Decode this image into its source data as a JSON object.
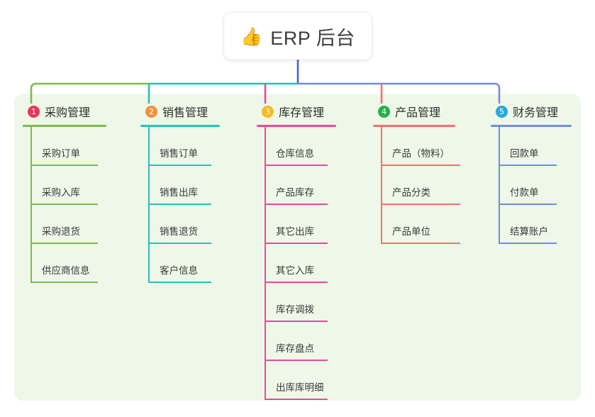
{
  "diagram": {
    "type": "mindmap-tree",
    "root": {
      "icon": "thumbs-up-icon",
      "emoji": "👍",
      "title": "ERP 后台"
    },
    "panel_color": "#eef7e8",
    "trunk_color": "#4a62c8",
    "branches": [
      {
        "number": "1",
        "badge_color": "#e8385a",
        "color": "#7cbb4f",
        "title": "采购管理",
        "rule_width": 118,
        "leaf_rule_width": 95,
        "items": [
          {
            "label": "采购订单"
          },
          {
            "label": "采购入库"
          },
          {
            "label": "采购退货"
          },
          {
            "label": "供应商信息"
          }
        ]
      },
      {
        "number": "2",
        "badge_color": "#f5903a",
        "color": "#28c2b4",
        "title": "销售管理",
        "rule_width": 112,
        "leaf_rule_width": 89,
        "items": [
          {
            "label": "销售订单"
          },
          {
            "label": "销售出库"
          },
          {
            "label": "销售退货"
          },
          {
            "label": "客户信息"
          }
        ]
      },
      {
        "number": "3",
        "badge_color": "#f5bb20",
        "color": "#e74a9b",
        "title": "库存管理",
        "rule_width": 112,
        "leaf_rule_width": 89,
        "items": [
          {
            "label": "仓库信息"
          },
          {
            "label": "产品库存"
          },
          {
            "label": "其它出库"
          },
          {
            "label": "其它入库"
          },
          {
            "label": "库存调拨"
          },
          {
            "label": "库存盘点"
          },
          {
            "label": "出库库明细"
          }
        ]
      },
      {
        "number": "4",
        "badge_color": "#23b24b",
        "color": "#f4716b",
        "title": "产品管理",
        "rule_width": 116,
        "leaf_rule_width": 112,
        "items": [
          {
            "label": "产品（物料）"
          },
          {
            "label": "产品分类"
          },
          {
            "label": "产品单位"
          }
        ]
      },
      {
        "number": "5",
        "badge_color": "#27a9e1",
        "color": "#6e8ede",
        "title": "财务管理",
        "rule_width": 114,
        "leaf_rule_width": 82,
        "items": [
          {
            "label": "回款单"
          },
          {
            "label": "付款单"
          },
          {
            "label": "结算账户"
          }
        ]
      }
    ]
  }
}
